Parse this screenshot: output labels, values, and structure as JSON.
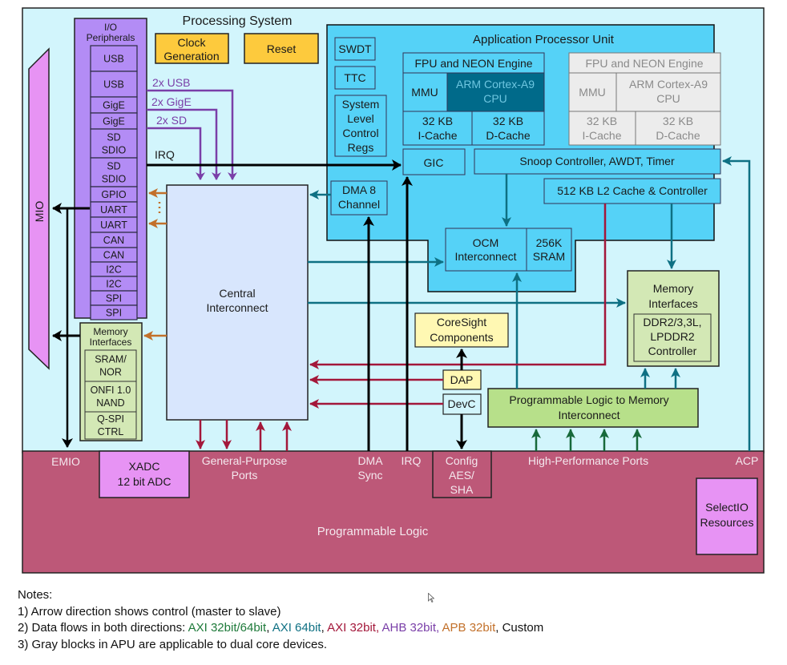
{
  "title": "Processing System",
  "colors": {
    "ps_bg": "#d2f5fc",
    "apu_bg": "#55d2f7",
    "cpu_dark": "#006a8a",
    "gray_block": "#ececec",
    "io_purple": "#b38cf5",
    "mio_pink": "#e793f4",
    "clock_yellow": "#fdca3d",
    "pl_red": "#bd5878",
    "mem_green": "#d3e8b5",
    "plmem_green": "#b7e08a",
    "coresight_yellow": "#fff8b3",
    "central_blue": "#d8e6fd",
    "axi_32_64": "#1e7a3a",
    "axi_64": "#0e7083",
    "axi_32": "#a3173a",
    "ahb_32": "#7a3fa8",
    "apb_32": "#c2702a"
  },
  "io": {
    "title_line1": "I/O",
    "title_line2": "Peripherals",
    "items": [
      {
        "l1": "USB",
        "l2": ""
      },
      {
        "l1": "USB",
        "l2": ""
      },
      {
        "l1": "GigE",
        "l2": ""
      },
      {
        "l1": "GigE",
        "l2": ""
      },
      {
        "l1": "SD",
        "l2": "SDIO"
      },
      {
        "l1": "SD",
        "l2": "SDIO"
      },
      {
        "l1": "GPIO",
        "l2": ""
      },
      {
        "l1": "UART",
        "l2": ""
      },
      {
        "l1": "UART",
        "l2": ""
      },
      {
        "l1": "CAN",
        "l2": ""
      },
      {
        "l1": "CAN",
        "l2": ""
      },
      {
        "l1": "I2C",
        "l2": ""
      },
      {
        "l1": "I2C",
        "l2": ""
      },
      {
        "l1": "SPI",
        "l2": ""
      },
      {
        "l1": "SPI",
        "l2": ""
      }
    ],
    "link_usb": "2x USB",
    "link_gige": "2x GigE",
    "link_sd": "2x SD",
    "irq": "IRQ"
  },
  "mio": "MIO",
  "clock": {
    "l1": "Clock",
    "l2": "Generation"
  },
  "reset": "Reset",
  "apu": {
    "title": "Application Processor Unit",
    "swdt": "SWDT",
    "ttc": "TTC",
    "slcr": [
      "System",
      "Level",
      "Control",
      "Regs"
    ],
    "core0": {
      "fpu": "FPU and NEON Engine",
      "mmu": "MMU",
      "cpu_l1": "ARM Cortex-A9",
      "cpu_l2": "CPU",
      "icache_l1": "32 KB",
      "icache_l2": "I-Cache",
      "dcache_l1": "32 KB",
      "dcache_l2": "D-Cache"
    },
    "core1": {
      "fpu": "FPU and NEON Engine",
      "mmu": "MMU",
      "cpu_l1": "ARM Cortex-A9",
      "cpu_l2": "CPU",
      "icache_l1": "32 KB",
      "icache_l2": "I-Cache",
      "dcache_l1": "32 KB",
      "dcache_l2": "D-Cache"
    },
    "gic": "GIC",
    "snoop": "Snoop Controller, AWDT, Timer",
    "l2": "512 KB L2 Cache & Controller",
    "ocm_l1": "OCM",
    "ocm_l2": "Interconnect",
    "sram_l1": "256K",
    "sram_l2": "SRAM"
  },
  "dma": {
    "l1": "DMA 8",
    "l2": "Channel"
  },
  "central": {
    "l1": "Central",
    "l2": "Interconnect"
  },
  "memif_left": {
    "title_l1": "Memory",
    "title_l2": "Interfaces",
    "items": [
      {
        "l1": "SRAM/",
        "l2": "NOR"
      },
      {
        "l1": "ONFI 1.0",
        "l2": "NAND"
      },
      {
        "l1": "Q-SPI",
        "l2": "CTRL"
      }
    ]
  },
  "memif_right": {
    "title_l1": "Memory",
    "title_l2": "Interfaces",
    "ctrl_l1": "DDR2/3,3L,",
    "ctrl_l2": "LPDDR2",
    "ctrl_l3": "Controller"
  },
  "coresight": {
    "l1": "CoreSight",
    "l2": "Components"
  },
  "dap": "DAP",
  "devc": "DevC",
  "plmem": {
    "l1": "Programmable Logic to Memory",
    "l2": "Interconnect"
  },
  "pl": {
    "title": "Programmable Logic",
    "emio": "EMIO",
    "xadc_l1": "XADC",
    "xadc_l2": "12 bit ADC",
    "gp_l1": "General-Purpose",
    "gp_l2": "Ports",
    "dma_l1": "DMA",
    "dma_l2": "Sync",
    "irq": "IRQ",
    "config_l1": "Config",
    "config_l2": "AES/",
    "config_l3": "SHA",
    "hp": "High-Performance Ports",
    "acp": "ACP",
    "selectio_l1": "SelectIO",
    "selectio_l2": "Resources"
  },
  "notes": {
    "heading": "Notes:",
    "n1": "1) Arrow direction shows control (master to slave)",
    "n2_prefix": "2) Data flows in both directions: ",
    "n2_axi3264": "AXI 32bit/64bit",
    "n2_sep1": ", ",
    "n2_axi64": "AXI 64bit",
    "n2_sep2": ", ",
    "n2_axi32": "AXI 32bit, ",
    "n2_ahb": "AHB 32bit, ",
    "n2_apb": "APB 32bit",
    "n2_custom": ", Custom",
    "n3": "3) Gray blocks in APU are applicable to dual core devices."
  }
}
